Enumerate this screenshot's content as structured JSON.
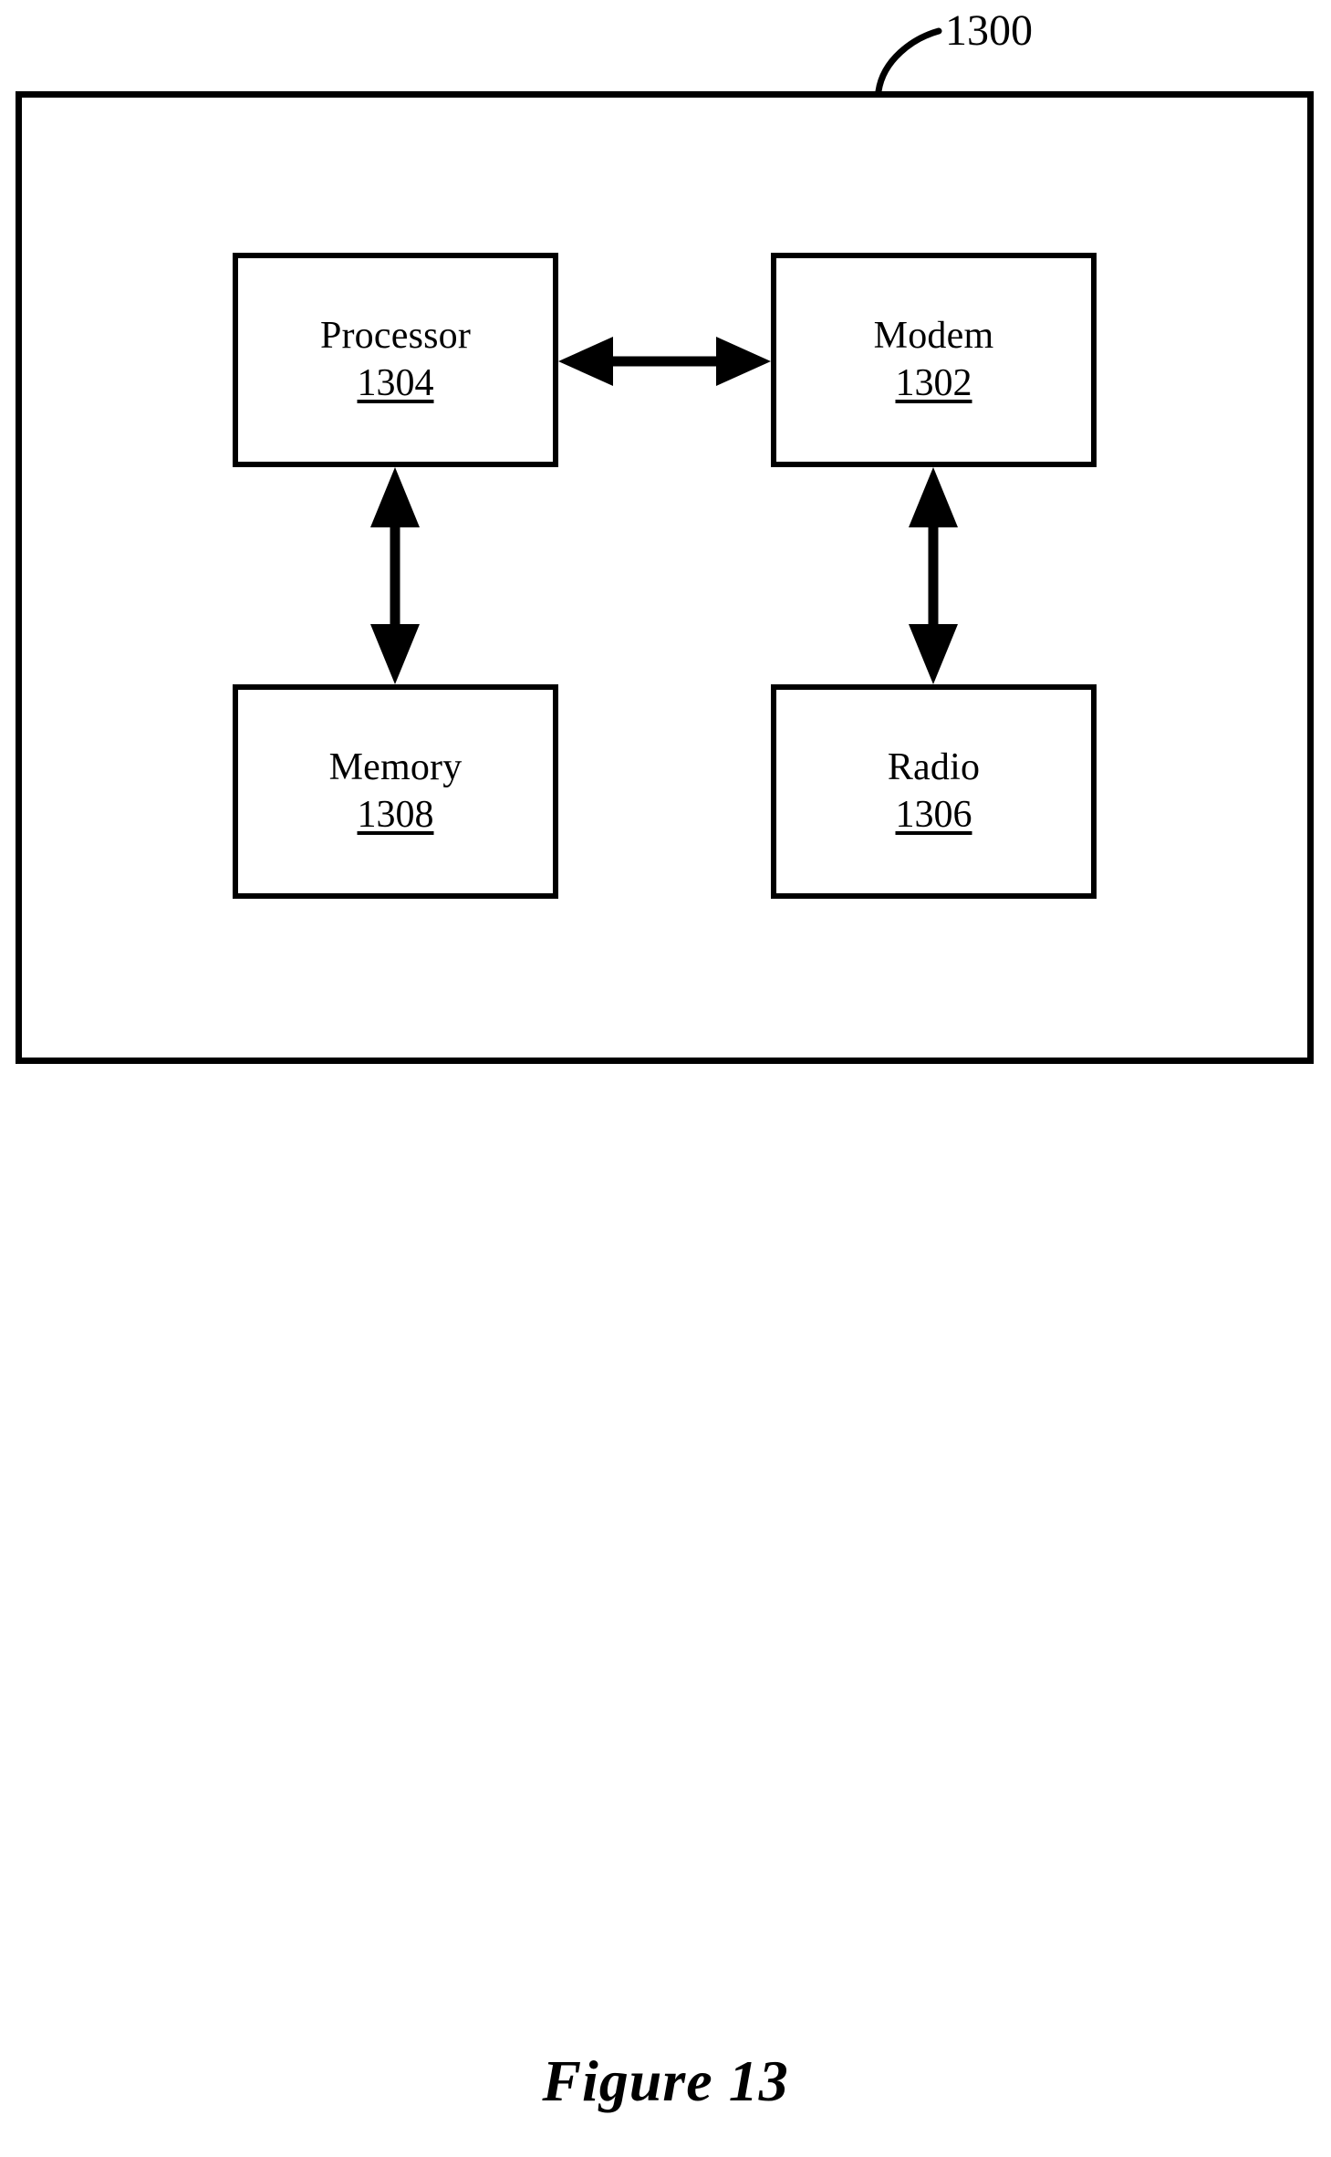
{
  "figure": {
    "caption": "Figure 13",
    "system_reference": "1300"
  },
  "diagram": {
    "type": "block-diagram",
    "blocks": [
      {
        "id": "processor",
        "label": "Processor",
        "reference": "1304"
      },
      {
        "id": "modem",
        "label": "Modem",
        "reference": "1302"
      },
      {
        "id": "memory",
        "label": "Memory",
        "reference": "1308"
      },
      {
        "id": "radio",
        "label": "Radio",
        "reference": "1306"
      }
    ],
    "connections": [
      {
        "from": "processor",
        "to": "modem",
        "style": "bidirectional",
        "orientation": "horizontal"
      },
      {
        "from": "processor",
        "to": "memory",
        "style": "bidirectional",
        "orientation": "vertical"
      },
      {
        "from": "modem",
        "to": "radio",
        "style": "bidirectional",
        "orientation": "vertical"
      }
    ],
    "colors": {
      "stroke": "#000000",
      "fill": "#ffffff",
      "background": "#ffffff"
    }
  }
}
